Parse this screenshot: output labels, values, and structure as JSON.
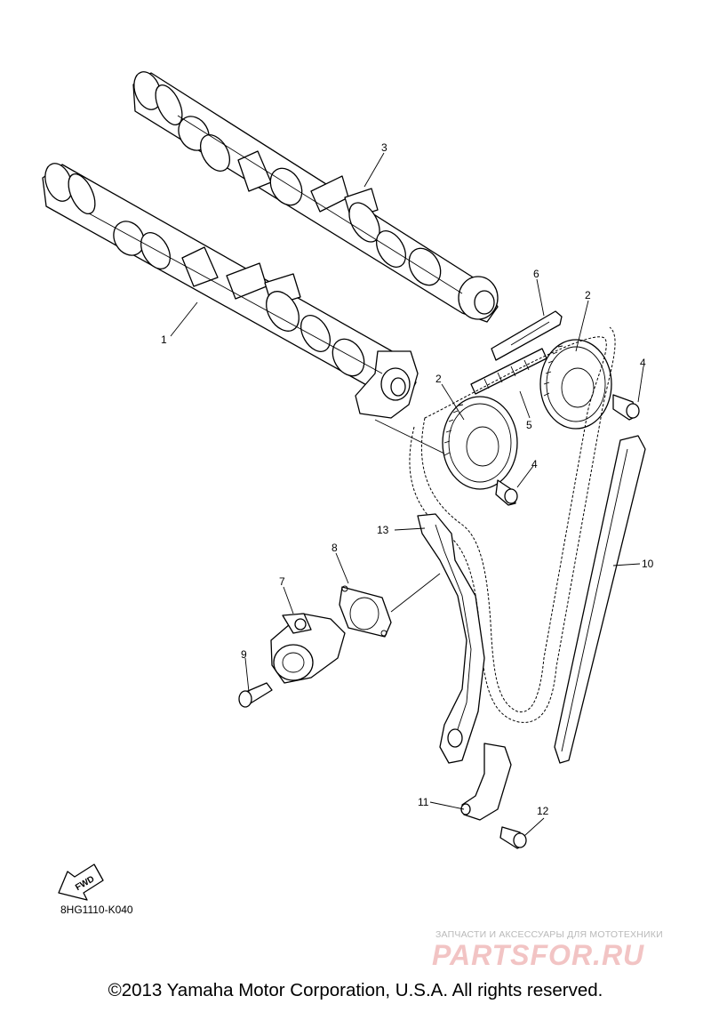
{
  "callouts": [
    {
      "id": "1",
      "text": "1"
    },
    {
      "id": "2a",
      "text": "2"
    },
    {
      "id": "2b",
      "text": "2"
    },
    {
      "id": "3",
      "text": "3"
    },
    {
      "id": "4a",
      "text": "4"
    },
    {
      "id": "4b",
      "text": "4"
    },
    {
      "id": "5",
      "text": "5"
    },
    {
      "id": "6",
      "text": "6"
    },
    {
      "id": "7",
      "text": "7"
    },
    {
      "id": "8",
      "text": "8"
    },
    {
      "id": "9",
      "text": "9"
    },
    {
      "id": "10",
      "text": "10"
    },
    {
      "id": "11",
      "text": "11"
    },
    {
      "id": "12",
      "text": "12"
    },
    {
      "id": "13",
      "text": "13"
    }
  ],
  "fwd_label": "FWD",
  "diagram_code": "8HG1110-K040",
  "copyright": "©2013 Yamaha Motor Corporation, U.S.A. All rights reserved.",
  "watermark": {
    "tagline": "ЗАПЧАСТИ И АКСЕССУАРЫ ДЛЯ МОТОТЕХНИКИ",
    "logo": "PARTSFOR.RU"
  }
}
